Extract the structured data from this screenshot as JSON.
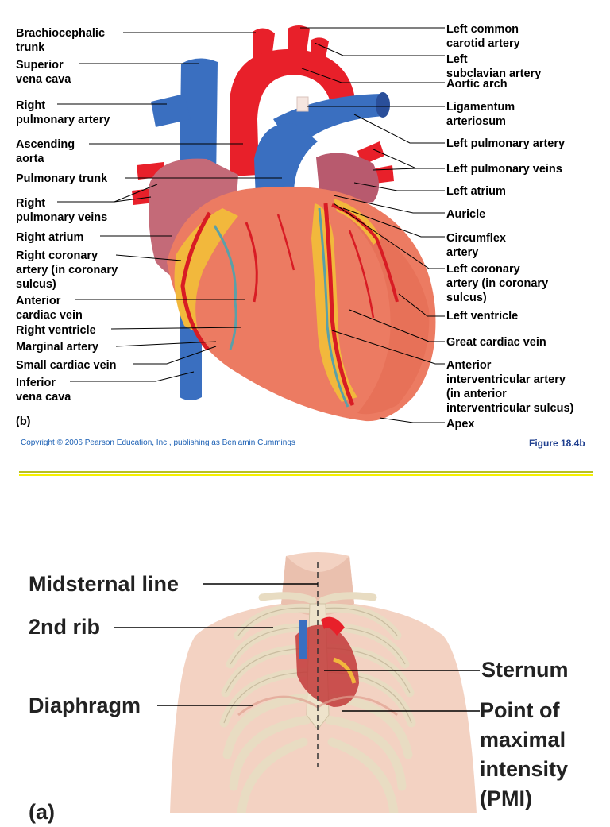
{
  "panel_b": {
    "left_labels": [
      "Brachiocephalic\ntrunk",
      "Superior\nvena cava",
      "Right\npulmonary artery",
      "Ascending\naorta",
      "Pulmonary trunk",
      "Right\npulmonary veins",
      "Right atrium",
      "Right coronary\nartery (in coronary\nsulcus)",
      "Anterior\ncardiac vein",
      "Right ventricle",
      "Marginal artery",
      "Small cardiac vein",
      "Inferior\nvena cava"
    ],
    "right_labels": [
      "Left common\ncarotid artery",
      "Left\nsubclavian artery",
      "Aortic arch",
      "Ligamentum\narteriosum",
      "Left pulmonary artery",
      "Left pulmonary veins",
      "Left atrium",
      "Auricle",
      "Circumflex\nartery",
      "Left coronary\nartery (in coronary\nsulcus)",
      "Left ventricle",
      "Great cardiac vein",
      "Anterior\ninterventricular artery\n(in anterior\ninterventricular sulcus)",
      "Apex"
    ],
    "panel_letter": "(b)",
    "copyright": "Copyright © 2006 Pearson Education, Inc., publishing as Benjamin Cummings",
    "figure": "Figure 18.4b"
  },
  "panel_a": {
    "labels_left": [
      "Midsternal line",
      "2nd rib",
      "Diaphragm"
    ],
    "labels_right": [
      "Sternum",
      "Point of\nmaximal\nintensity\n(PMI)"
    ],
    "panel_letter": "(a)"
  },
  "colors": {
    "artery": "#e8202a",
    "vein": "#3a6fc0",
    "myocardium": "#ec7b62",
    "fat": "#f2b83c",
    "skin": "#f3d2c2",
    "rule_dark": "#b8c020",
    "rule_bright": "#f5f000"
  }
}
